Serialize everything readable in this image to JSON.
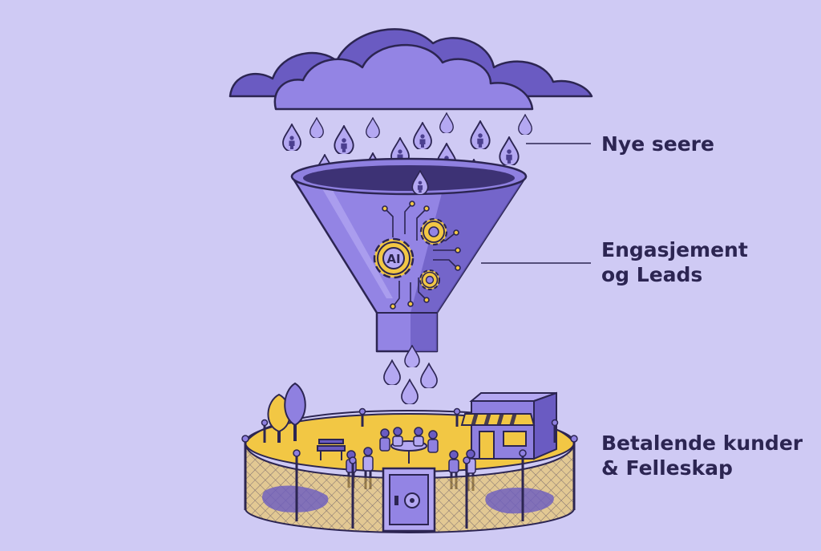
{
  "colors": {
    "background": "#cfcaf4",
    "outline": "#2c2552",
    "purple_dark": "#6a5bc2",
    "purple_mid": "#8f80e0",
    "purple_light": "#b4a8f2",
    "yellow": "#f2c744"
  },
  "illustration": {
    "cloud": "rain-cloud",
    "drops": "water-drops-with-people",
    "funnel": "funnel",
    "ai_badge": "AI",
    "gears": "gear-icon",
    "community": "fenced-community-garden",
    "shop": "storefront",
    "safe": "vault"
  },
  "stages": [
    {
      "lines": [
        "Nye seere"
      ]
    },
    {
      "lines": [
        "Engasjement",
        "og Leads"
      ]
    },
    {
      "lines": [
        "Betalende kunder",
        "& Felleskap"
      ]
    }
  ]
}
